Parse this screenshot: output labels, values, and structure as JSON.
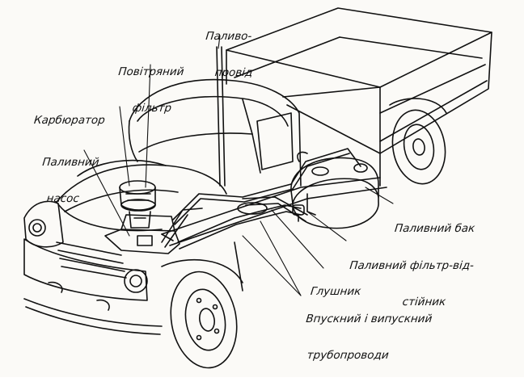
{
  "labels": {
    "fuel_line": [
      "Паливо-",
      "провід"
    ],
    "air_filter": [
      "Повітряний",
      "фільтр"
    ],
    "carburetor": [
      "Карбюратор"
    ],
    "fuel_pump": [
      "Паливний",
      "насос"
    ],
    "fuel_tank": [
      "Паливний бак"
    ],
    "fuel_filter": [
      "Паливний фільтр-від-",
      "стійник"
    ],
    "muffler": [
      "Глушник"
    ],
    "manifolds": [
      "Впускний і випускний",
      "трубопроводи"
    ]
  },
  "colors": {
    "ink": "#111111",
    "paper": "#fbfaf7"
  }
}
